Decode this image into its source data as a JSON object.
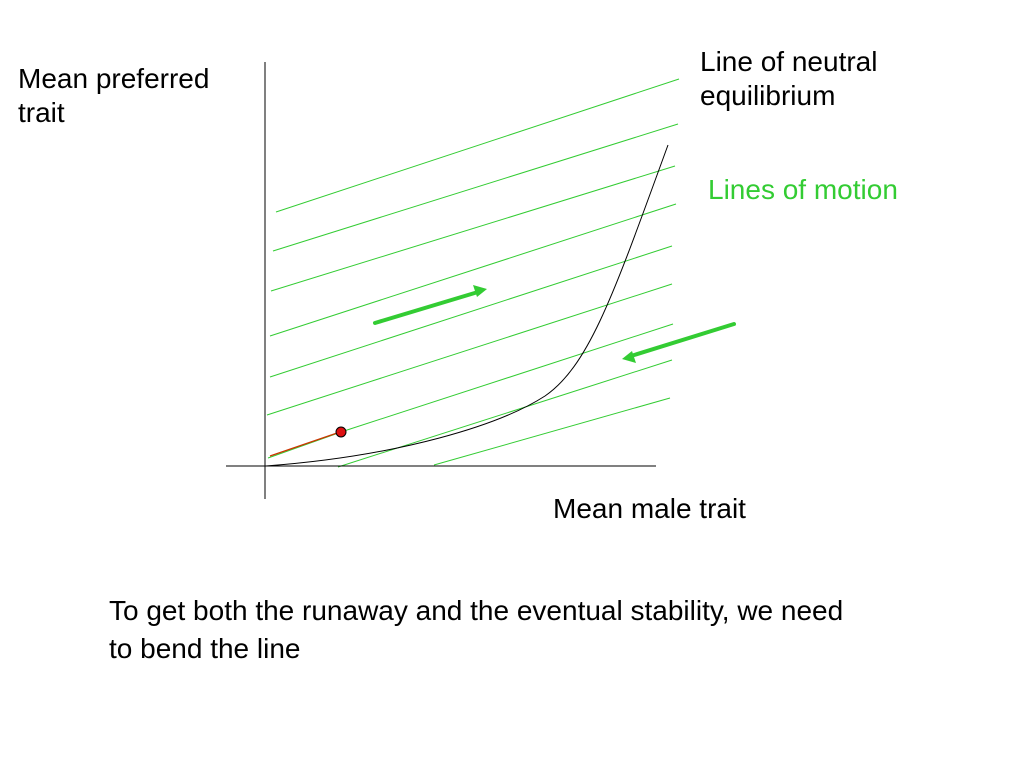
{
  "labels": {
    "y_axis_line1": "Mean preferred",
    "y_axis_line2": "trait",
    "x_axis": "Mean male trait",
    "neutral_line1": "Line of neutral",
    "neutral_line2": "equilibrium",
    "motion": "Lines of motion"
  },
  "caption_line1": "To get both the runaway and the eventual stability, we need",
  "caption_line2": "to bend the line",
  "colors": {
    "motion_lines": "#33cc33",
    "arrows": "#33cc33",
    "motion_label": "#33cc33",
    "axes": "#000000",
    "equilibrium_curve": "#000000",
    "start_point_fill": "#dd1111",
    "start_segment": "#cc3300"
  },
  "arrows": [
    {
      "direction": "right-up"
    },
    {
      "direction": "left-down"
    }
  ],
  "icons": {
    "start_point": "red-dot-icon",
    "arrow_up": "arrow-right-up-icon",
    "arrow_down": "arrow-left-down-icon"
  }
}
